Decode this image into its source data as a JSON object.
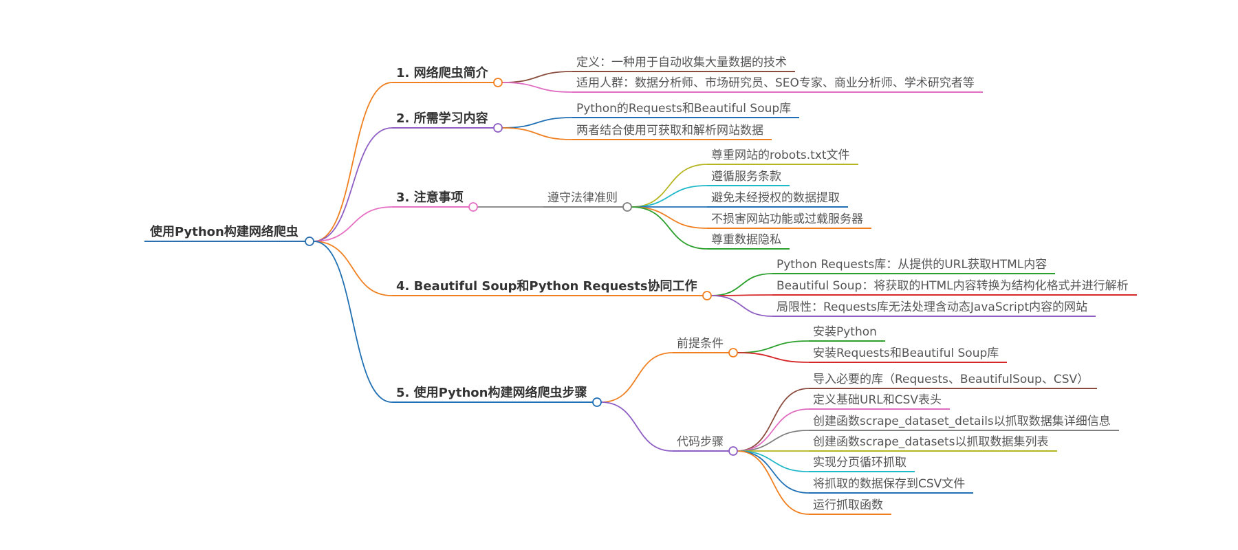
{
  "mindmap": {
    "root": {
      "text": "使用Python构建网络爬虫",
      "color": "#2a6fb0"
    },
    "branches": [
      {
        "text": "1. 网络爬虫简介",
        "color": "#f07f1f",
        "children": [
          {
            "text": "定义：一种用于自动收集大量数据的技术",
            "color": "#8a4b3c"
          },
          {
            "text": "适用人群：数据分析师、市场研究员、SEO专家、商业分析师、学术研究者等",
            "color": "#e06cc2"
          }
        ]
      },
      {
        "text": "2. 所需学习内容",
        "color": "#8e5ec4",
        "children": [
          {
            "text": "Python的Requests和Beautiful Soup库",
            "color": "#1f6fb4"
          },
          {
            "text": "两者结合使用可获取和解析网站数据",
            "color": "#f07f1f"
          }
        ]
      },
      {
        "text": "3. 注意事项",
        "color": "#e76fc3",
        "children": [
          {
            "text": "遵守法律准则",
            "color": "#7f7f7f",
            "children": [
              {
                "text": "尊重网站的robots.txt文件",
                "color": "#b5b51f"
              },
              {
                "text": "遵循服务条款",
                "color": "#1fb8c9"
              },
              {
                "text": "避免未经授权的数据提取",
                "color": "#1f6fb4"
              },
              {
                "text": "不损害网站功能或过载服务器",
                "color": "#f07f1f"
              },
              {
                "text": "尊重数据隐私",
                "color": "#2ca02c"
              }
            ]
          }
        ]
      },
      {
        "text": "4. Beautiful Soup和Python Requests协同工作",
        "color": "#f07f1f",
        "children": [
          {
            "text": "Python Requests库：从提供的URL获取HTML内容",
            "color": "#2ca02c"
          },
          {
            "text": "Beautiful Soup：将获取的HTML内容转换为结构化格式并进行解析",
            "color": "#d62728"
          },
          {
            "text": "局限性：Requests库无法处理含动态JavaScript内容的网站",
            "color": "#8e5ec4"
          }
        ]
      },
      {
        "text": "5. 使用Python构建网络爬虫步骤",
        "color": "#1f6fb4",
        "children": [
          {
            "text": "前提条件",
            "color": "#f07f1f",
            "children": [
              {
                "text": "安装Python",
                "color": "#2ca02c"
              },
              {
                "text": "安装Requests和Beautiful Soup库",
                "color": "#d62728"
              }
            ]
          },
          {
            "text": "代码步骤",
            "color": "#8e5ec4",
            "children": [
              {
                "text": "导入必要的库（Requests、BeautifulSoup、CSV）",
                "color": "#8a4b3c"
              },
              {
                "text": "定义基础URL和CSV表头",
                "color": "#e06cc2"
              },
              {
                "text": "创建函数scrape_dataset_details以抓取数据集详细信息",
                "color": "#7f7f7f"
              },
              {
                "text": "创建函数scrape_datasets以抓取数据集列表",
                "color": "#b5b51f"
              },
              {
                "text": "实现分页循环抓取",
                "color": "#1fb8c9"
              },
              {
                "text": "将抓取的数据保存到CSV文件",
                "color": "#1f6fb4"
              },
              {
                "text": "运行抓取函数",
                "color": "#f07f1f"
              }
            ]
          }
        ]
      }
    ]
  }
}
